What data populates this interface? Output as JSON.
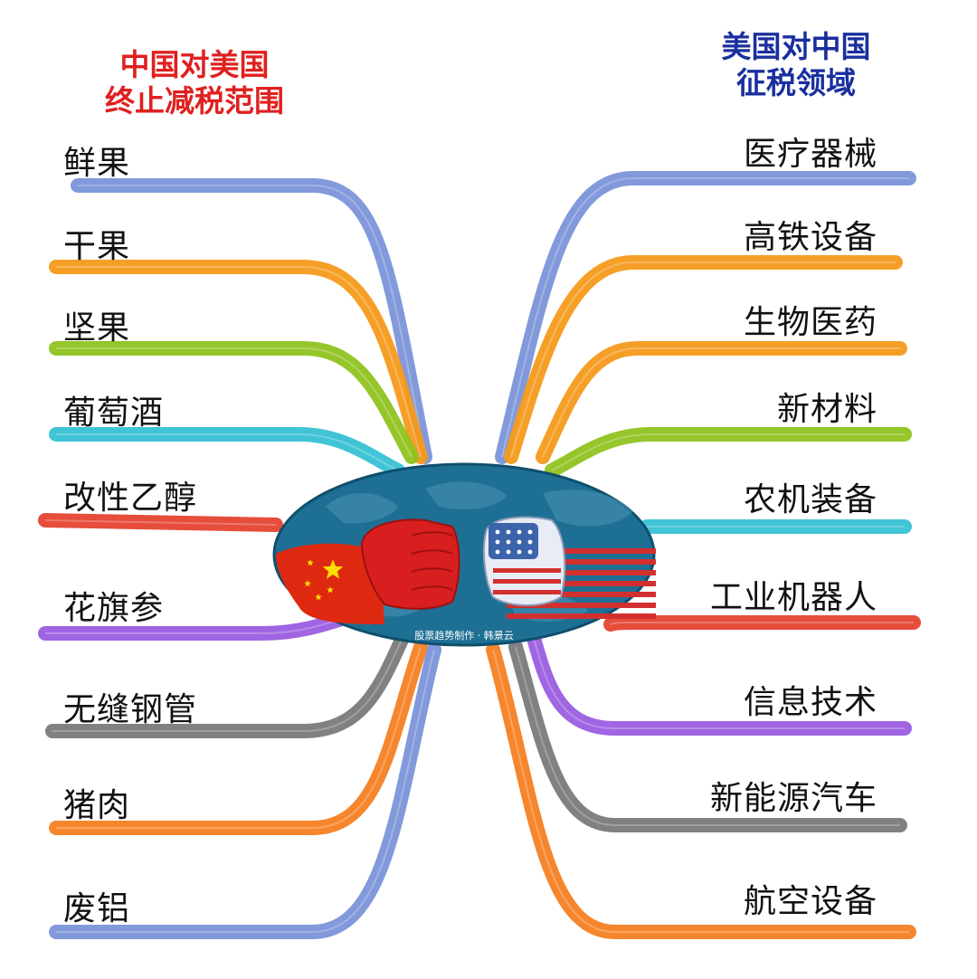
{
  "left_heading": {
    "line1": "中国对美国",
    "line2": "终止减税范围"
  },
  "right_heading": {
    "line1": "美国对中国",
    "line2": "征税领域"
  },
  "left_items": [
    {
      "label": "鲜果",
      "color": "#7b95d9"
    },
    {
      "label": "干果",
      "color": "#f59a1b"
    },
    {
      "label": "坚果",
      "color": "#8fc31f"
    },
    {
      "label": "葡萄酒",
      "color": "#36c1d4"
    },
    {
      "label": "改性乙醇",
      "color": "#e5432f"
    },
    {
      "label": "花旗参",
      "color": "#9b5de0"
    },
    {
      "label": "无缝钢管",
      "color": "#7a7a7a"
    },
    {
      "label": "猪肉",
      "color": "#f57f22"
    },
    {
      "label": "废铝",
      "color": "#7b95d9"
    }
  ],
  "right_items": [
    {
      "label": "医疗器械",
      "color": "#7b95d9"
    },
    {
      "label": "高铁设备",
      "color": "#f59a1b"
    },
    {
      "label": "生物医药",
      "color": "#f59a1b"
    },
    {
      "label": "新材料",
      "color": "#8fc31f"
    },
    {
      "label": "农机装备",
      "color": "#36c1d4"
    },
    {
      "label": "工业机器人",
      "color": "#e5432f"
    },
    {
      "label": "信息技术",
      "color": "#9b5de0"
    },
    {
      "label": "新能源汽车",
      "color": "#7a7a7a"
    },
    {
      "label": "航空设备",
      "color": "#f57f22"
    }
  ],
  "center": {
    "watermark": "股票趋势制作 · 韩景云",
    "ellipse_color": "#1e6f94",
    "china_flag_color": "#de2910",
    "us_flag_blue": "#1d4c9e",
    "us_flag_red": "#d22f2f",
    "fist_left_color": "#d81e1e",
    "fist_right_color": "#e8ecf5"
  }
}
